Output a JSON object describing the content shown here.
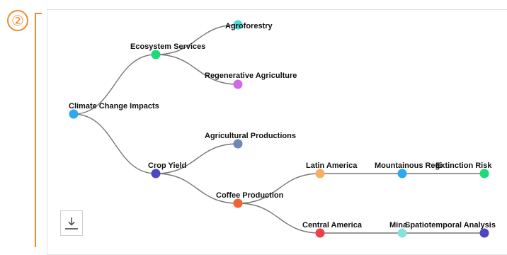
{
  "step": {
    "number": "②"
  },
  "tree": {
    "nodes": [
      {
        "id": "climate",
        "label": "Climate Change Impacts",
        "color": "#2ea8f0",
        "parent": null
      },
      {
        "id": "ecosystem",
        "label": "Ecosystem Services",
        "color": "#1fd978",
        "parent": "climate"
      },
      {
        "id": "agroforestry",
        "label": "Agroforestry",
        "color": "#47d8d4",
        "parent": "ecosystem"
      },
      {
        "id": "regen",
        "label": "Regenerative Agriculture",
        "color": "#cf6be8",
        "parent": "ecosystem"
      },
      {
        "id": "cropyield",
        "label": "Crop Yield",
        "color": "#4b48c2",
        "parent": "climate"
      },
      {
        "id": "agprod",
        "label": "Agricultural Productions",
        "color": "#6f86b8",
        "parent": "cropyield"
      },
      {
        "id": "coffee",
        "label": "Coffee Production",
        "color": "#ee6436",
        "parent": "cropyield"
      },
      {
        "id": "latam",
        "label": "Latin America",
        "color": "#f7ae62",
        "parent": "coffee"
      },
      {
        "id": "mountain",
        "label": "Mountainous Regi",
        "color": "#2ea8f0",
        "parent": "latam"
      },
      {
        "id": "extinction",
        "label": "Extinction Risk",
        "color": "#1fd978",
        "parent": "mountain"
      },
      {
        "id": "centam",
        "label": "Central America",
        "color": "#f23e4a",
        "parent": "coffee"
      },
      {
        "id": "mina",
        "label": "Mina",
        "color": "#84e4dc",
        "parent": "centam"
      },
      {
        "id": "spatio",
        "label": "Spatiotemporal Analysis",
        "color": "#4b48c2",
        "parent": "mina"
      }
    ]
  },
  "toolbar": {
    "download_icon": "download-icon"
  }
}
